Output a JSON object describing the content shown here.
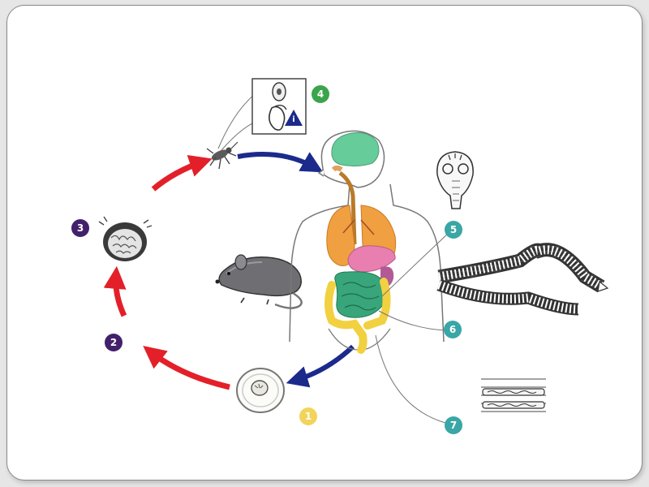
{
  "steps": [
    {
      "label": "1",
      "color": "#f2d45a"
    },
    {
      "label": "2",
      "color": "#43206b"
    },
    {
      "label": "3",
      "color": "#43206b"
    },
    {
      "label": "4",
      "color": "#3aa54a"
    },
    {
      "label": "5",
      "color": "#3aa6a6"
    },
    {
      "label": "6",
      "color": "#3aa6a6"
    },
    {
      "label": "7",
      "color": "#3aa6a6"
    }
  ],
  "inset_marker": "i",
  "colors": {
    "cycle_arrow": "#e3202a",
    "transmission_arrow": "#1c2a8c",
    "brain": "#66cc99",
    "lungs": "#f0a040",
    "liver": "#e87fb0",
    "stomach": "#b35a96",
    "intestine": "#38a57a",
    "colon": "#f2d140"
  },
  "icons": {
    "egg": "egg-icon",
    "cysticercoid_larva": "larva-icon",
    "arthropod_host": "flea-icon",
    "rodent_host": "rat-icon",
    "scolex": "scolex-icon",
    "adult_worm": "tapeworm-icon",
    "proglottids": "proglottid-icon"
  }
}
